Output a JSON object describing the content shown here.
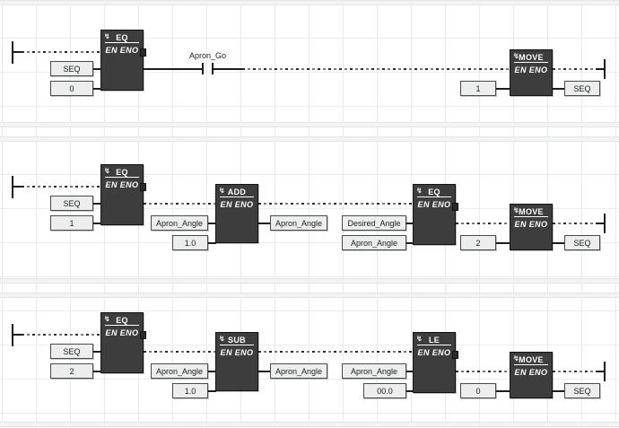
{
  "editor": {
    "type": "ladder-logic-fbd-editor",
    "grid": true,
    "background_color": "#ffffff",
    "grid_color": "#e9eaeb",
    "block_fill_color": "#3d3d3d",
    "block_text_color": "#ffffff",
    "operand_fill_color": "#eceded",
    "wire_color": "#1c1c1c"
  },
  "common": {
    "en_eno_label": "EN ENO",
    "block_menu_icon": "branch-icon"
  },
  "rungs": [
    {
      "id": "rung-1",
      "blocks": [
        {
          "name": "eq-block-1",
          "title": "EQ",
          "en_eno": "EN ENO",
          "inputs": [
            "SEQ",
            "0"
          ],
          "outputs": []
        },
        {
          "name": "move-block-1",
          "title": "MOVE",
          "en_eno": "EN ENO",
          "inputs": [
            "1"
          ],
          "outputs": [
            "SEQ"
          ]
        }
      ],
      "contacts": [
        {
          "name": "contact-apron-go",
          "label": "Apron_Go",
          "type": "normally-open"
        }
      ]
    },
    {
      "id": "rung-2",
      "blocks": [
        {
          "name": "eq-block-2",
          "title": "EQ",
          "en_eno": "EN ENO",
          "inputs": [
            "SEQ",
            "1"
          ],
          "outputs": []
        },
        {
          "name": "add-block-1",
          "title": "ADD",
          "en_eno": "EN ENO",
          "inputs": [
            "Apron_Angle",
            "1.0"
          ],
          "outputs": [
            "Apron_Angle"
          ]
        },
        {
          "name": "eq-block-3",
          "title": "EQ",
          "en_eno": "EN ENO",
          "inputs": [
            "Desired_Angle",
            "Apron_Angle"
          ],
          "outputs": []
        },
        {
          "name": "move-block-2",
          "title": "MOVE",
          "en_eno": "EN ENO",
          "inputs": [
            "2"
          ],
          "outputs": [
            "SEQ"
          ]
        }
      ],
      "contacts": []
    },
    {
      "id": "rung-3",
      "blocks": [
        {
          "name": "eq-block-4",
          "title": "EQ",
          "en_eno": "EN ENO",
          "inputs": [
            "SEQ",
            "2"
          ],
          "outputs": []
        },
        {
          "name": "sub-block-1",
          "title": "SUB",
          "en_eno": "EN ENO",
          "inputs": [
            "Apron_Angle",
            "1.0"
          ],
          "outputs": [
            "Apron_Angle"
          ]
        },
        {
          "name": "le-block-1",
          "title": "LE",
          "en_eno": "EN ENO",
          "inputs": [
            "Apron_Angle",
            "00.0"
          ],
          "outputs": []
        },
        {
          "name": "move-block-3",
          "title": "MOVE",
          "en_eno": "EN ENO",
          "inputs": [
            "0"
          ],
          "outputs": [
            "SEQ"
          ]
        }
      ],
      "contacts": []
    }
  ]
}
